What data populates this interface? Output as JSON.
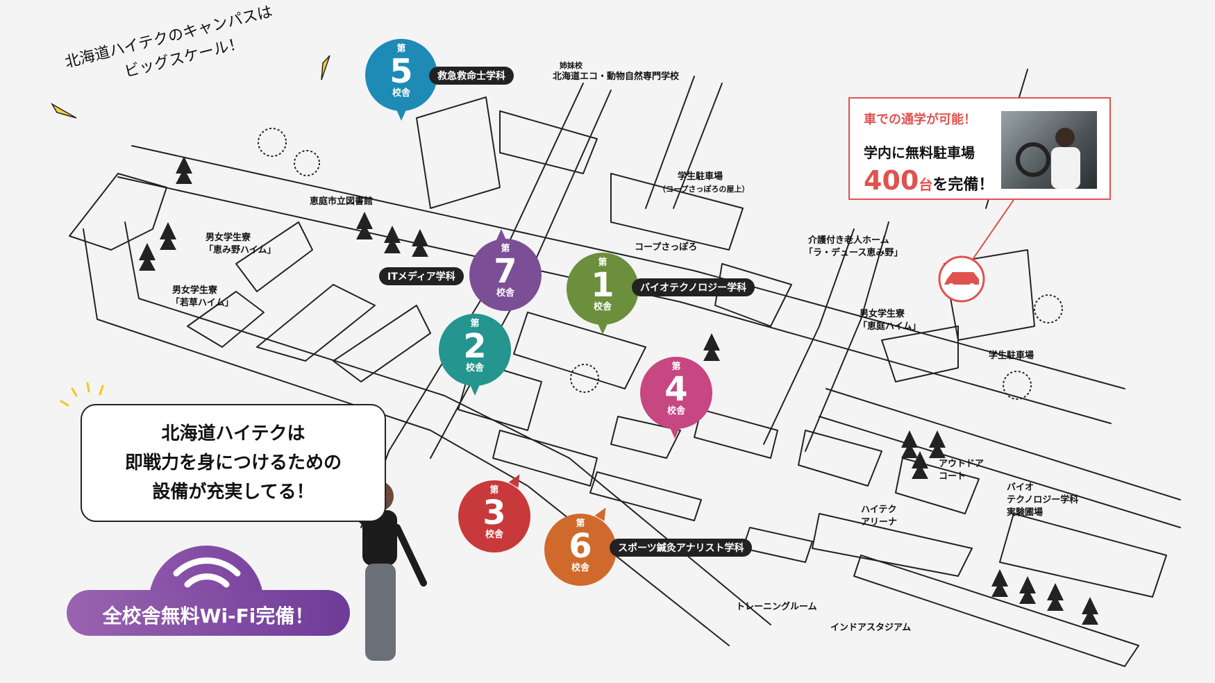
{
  "slogan": {
    "line1": "北海道ハイテクのキャンパスは",
    "line2": "ビッグスケール！"
  },
  "campuses": [
    {
      "ordinal": "第",
      "number": "5",
      "suffix": "校舎",
      "dept": "救急救命士学科",
      "color": "#1d8bb5"
    },
    {
      "ordinal": "第",
      "number": "7",
      "suffix": "校舎",
      "dept": "ITメディア学科",
      "color": "#7c4e95"
    },
    {
      "ordinal": "第",
      "number": "1",
      "suffix": "校舎",
      "dept": "バイオテクノロジー学科",
      "color": "#6b8f3c"
    },
    {
      "ordinal": "第",
      "number": "2",
      "suffix": "校舎",
      "dept": "",
      "color": "#24958f"
    },
    {
      "ordinal": "第",
      "number": "4",
      "suffix": "校舎",
      "dept": "",
      "color": "#c64782"
    },
    {
      "ordinal": "第",
      "number": "3",
      "suffix": "校舎",
      "dept": "",
      "color": "#c8393b"
    },
    {
      "ordinal": "第",
      "number": "6",
      "suffix": "校舎",
      "dept": "スポーツ鍼灸アナリスト学科",
      "color": "#cf6a2c"
    }
  ],
  "places": {
    "sister_tag": "姉妹校",
    "sister_name": "北海道エコ・動物自然専門学校",
    "student_parking_title": "学生駐車場",
    "student_parking_sub": "（コープさっぽろの屋上）",
    "library": "恵庭市立図書館",
    "coop": "コープさっぽろ",
    "dorm1_line1": "男女学生寮",
    "dorm1_line2": "「恵み野ハイム」",
    "dorm2_line1": "男女学生寮",
    "dorm2_line2": "「若草ハイム」",
    "care_line1": "介護付き老人ホーム",
    "care_line2": "「ラ・デュース恵み野」",
    "dorm3_line1": "男女学生寮",
    "dorm3_line2": "「恵庭ハイム」",
    "parking2": "学生駐車場",
    "outdoor_line1": "アウトドア",
    "outdoor_line2": "コート",
    "arena_line1": "ハイテク",
    "arena_line2": "アリーナ",
    "farm_line1": "バイオ",
    "farm_line2": "テクノロジー学科",
    "farm_line3": "実験圃場",
    "training": "トレーニングルーム",
    "stadium": "インドアスタジアム"
  },
  "parking_box": {
    "headline": "車での通学が可能！",
    "line2": "学内に無料駐車場",
    "count": "400",
    "unit": "台",
    "tail": "を完備！"
  },
  "message": {
    "line1": "北海道ハイテクは",
    "line2": "即戦力を身につけるための",
    "line3": "設備が充実してる！"
  },
  "wifi": {
    "label": "全校舎無料Wi-Fi完備！"
  }
}
